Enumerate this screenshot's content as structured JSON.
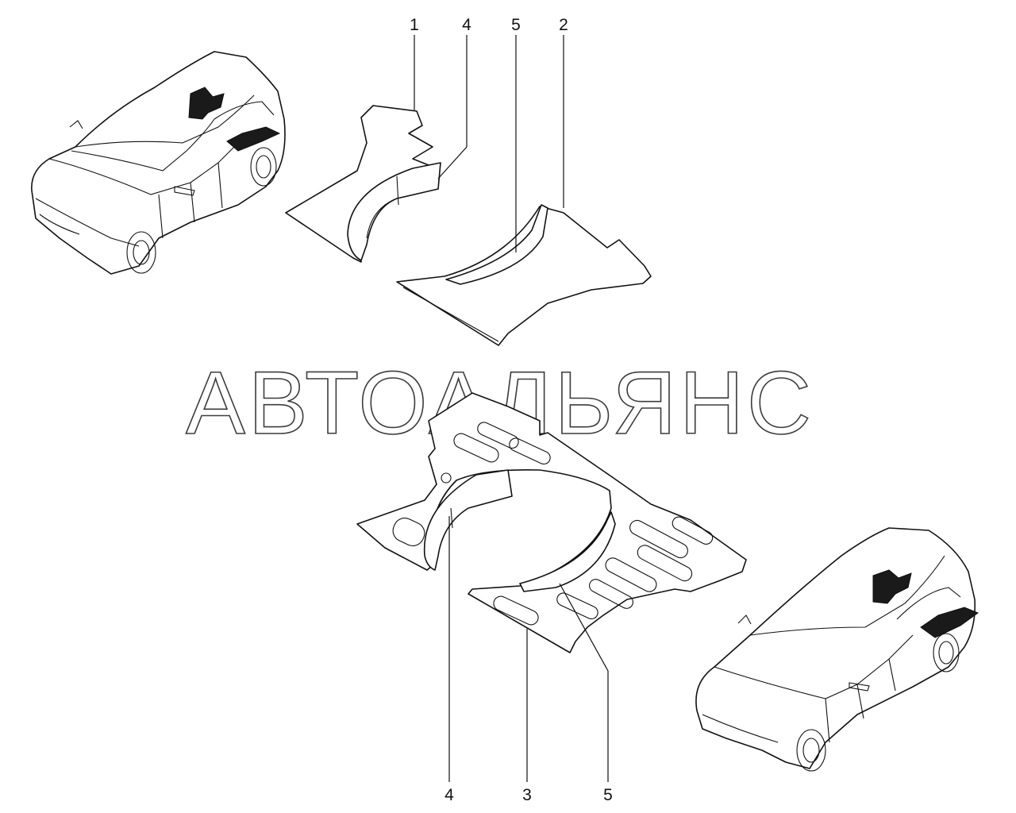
{
  "watermark": "АВТОАЛЬЯНС",
  "callouts": {
    "c1": "1",
    "c4_top": "4",
    "c5_top": "5",
    "c2": "2",
    "c4_bottom": "4",
    "c3": "3",
    "c5_bottom": "5"
  },
  "colors": {
    "line": "#111111",
    "background": "#ffffff",
    "insulation_highlight": "#1a1a1a"
  }
}
